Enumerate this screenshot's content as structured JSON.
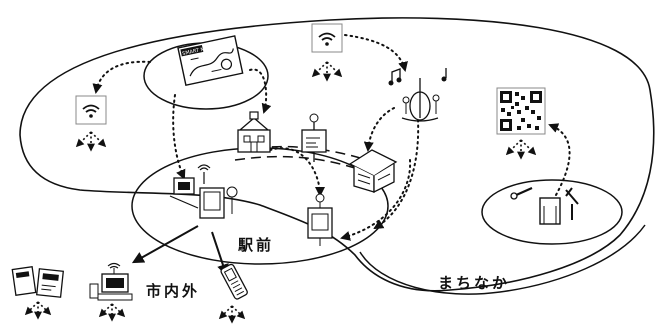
{
  "labels": {
    "ekimae": "駅前",
    "machinaka": "まちなか",
    "shinaigai": "市内外"
  },
  "map_card": {
    "text": "SMART MAP"
  },
  "icons": [
    "wifi-icon",
    "qr-code-icon",
    "tourist-map-icon",
    "station-building-icon",
    "info-signboard-icon",
    "shop-building-icon",
    "music-performance-icon",
    "repair-tools-icon",
    "digital-signage-kiosk-icon",
    "computer-terminal-icon",
    "brochure-icon",
    "mobile-phone-icon"
  ],
  "colors": {
    "ink": "#111111",
    "background": "#ffffff"
  }
}
